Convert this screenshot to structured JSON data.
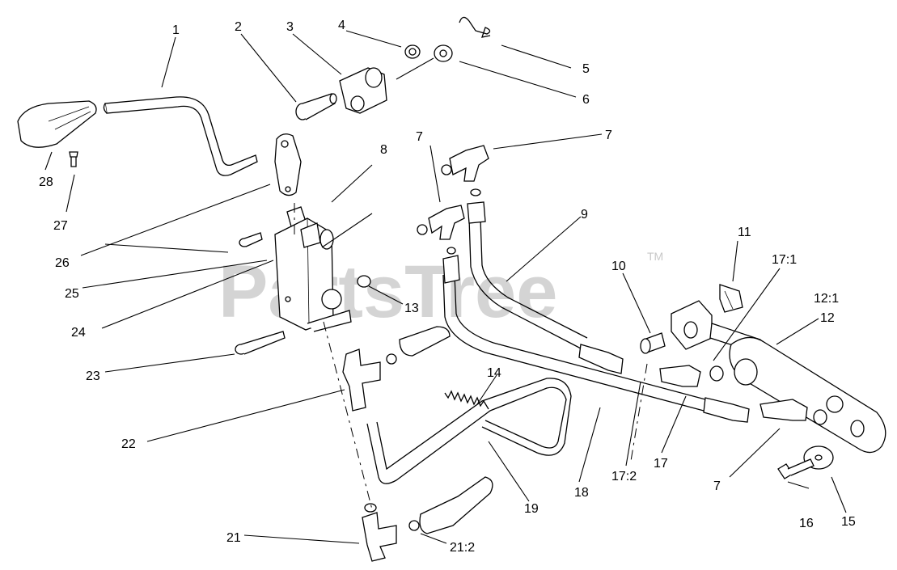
{
  "watermark": {
    "text": "PartsTree",
    "trademark": "TM"
  },
  "callouts": [
    {
      "id": "c1",
      "text": "1"
    },
    {
      "id": "c2",
      "text": "2"
    },
    {
      "id": "c3",
      "text": "3"
    },
    {
      "id": "c4",
      "text": "4"
    },
    {
      "id": "c5",
      "text": "5"
    },
    {
      "id": "c6",
      "text": "6"
    },
    {
      "id": "c7a",
      "text": "7"
    },
    {
      "id": "c7b",
      "text": "7"
    },
    {
      "id": "c7c",
      "text": "7"
    },
    {
      "id": "c8",
      "text": "8"
    },
    {
      "id": "c9",
      "text": "9"
    },
    {
      "id": "c10",
      "text": "10"
    },
    {
      "id": "c11",
      "text": "11"
    },
    {
      "id": "c12",
      "text": "12"
    },
    {
      "id": "c12_1",
      "text": "12:1"
    },
    {
      "id": "c13",
      "text": "13"
    },
    {
      "id": "c14",
      "text": "14"
    },
    {
      "id": "c15",
      "text": "15"
    },
    {
      "id": "c16",
      "text": "16"
    },
    {
      "id": "c17",
      "text": "17"
    },
    {
      "id": "c17_1",
      "text": "17:1"
    },
    {
      "id": "c17_2",
      "text": "17:2"
    },
    {
      "id": "c18",
      "text": "18"
    },
    {
      "id": "c19",
      "text": "19"
    },
    {
      "id": "c21",
      "text": "21"
    },
    {
      "id": "c21_2",
      "text": "21:2"
    },
    {
      "id": "c22",
      "text": "22"
    },
    {
      "id": "c23",
      "text": "23"
    },
    {
      "id": "c24",
      "text": "24"
    },
    {
      "id": "c25",
      "text": "25"
    },
    {
      "id": "c26",
      "text": "26"
    },
    {
      "id": "c27",
      "text": "27"
    },
    {
      "id": "c28",
      "text": "28"
    }
  ]
}
